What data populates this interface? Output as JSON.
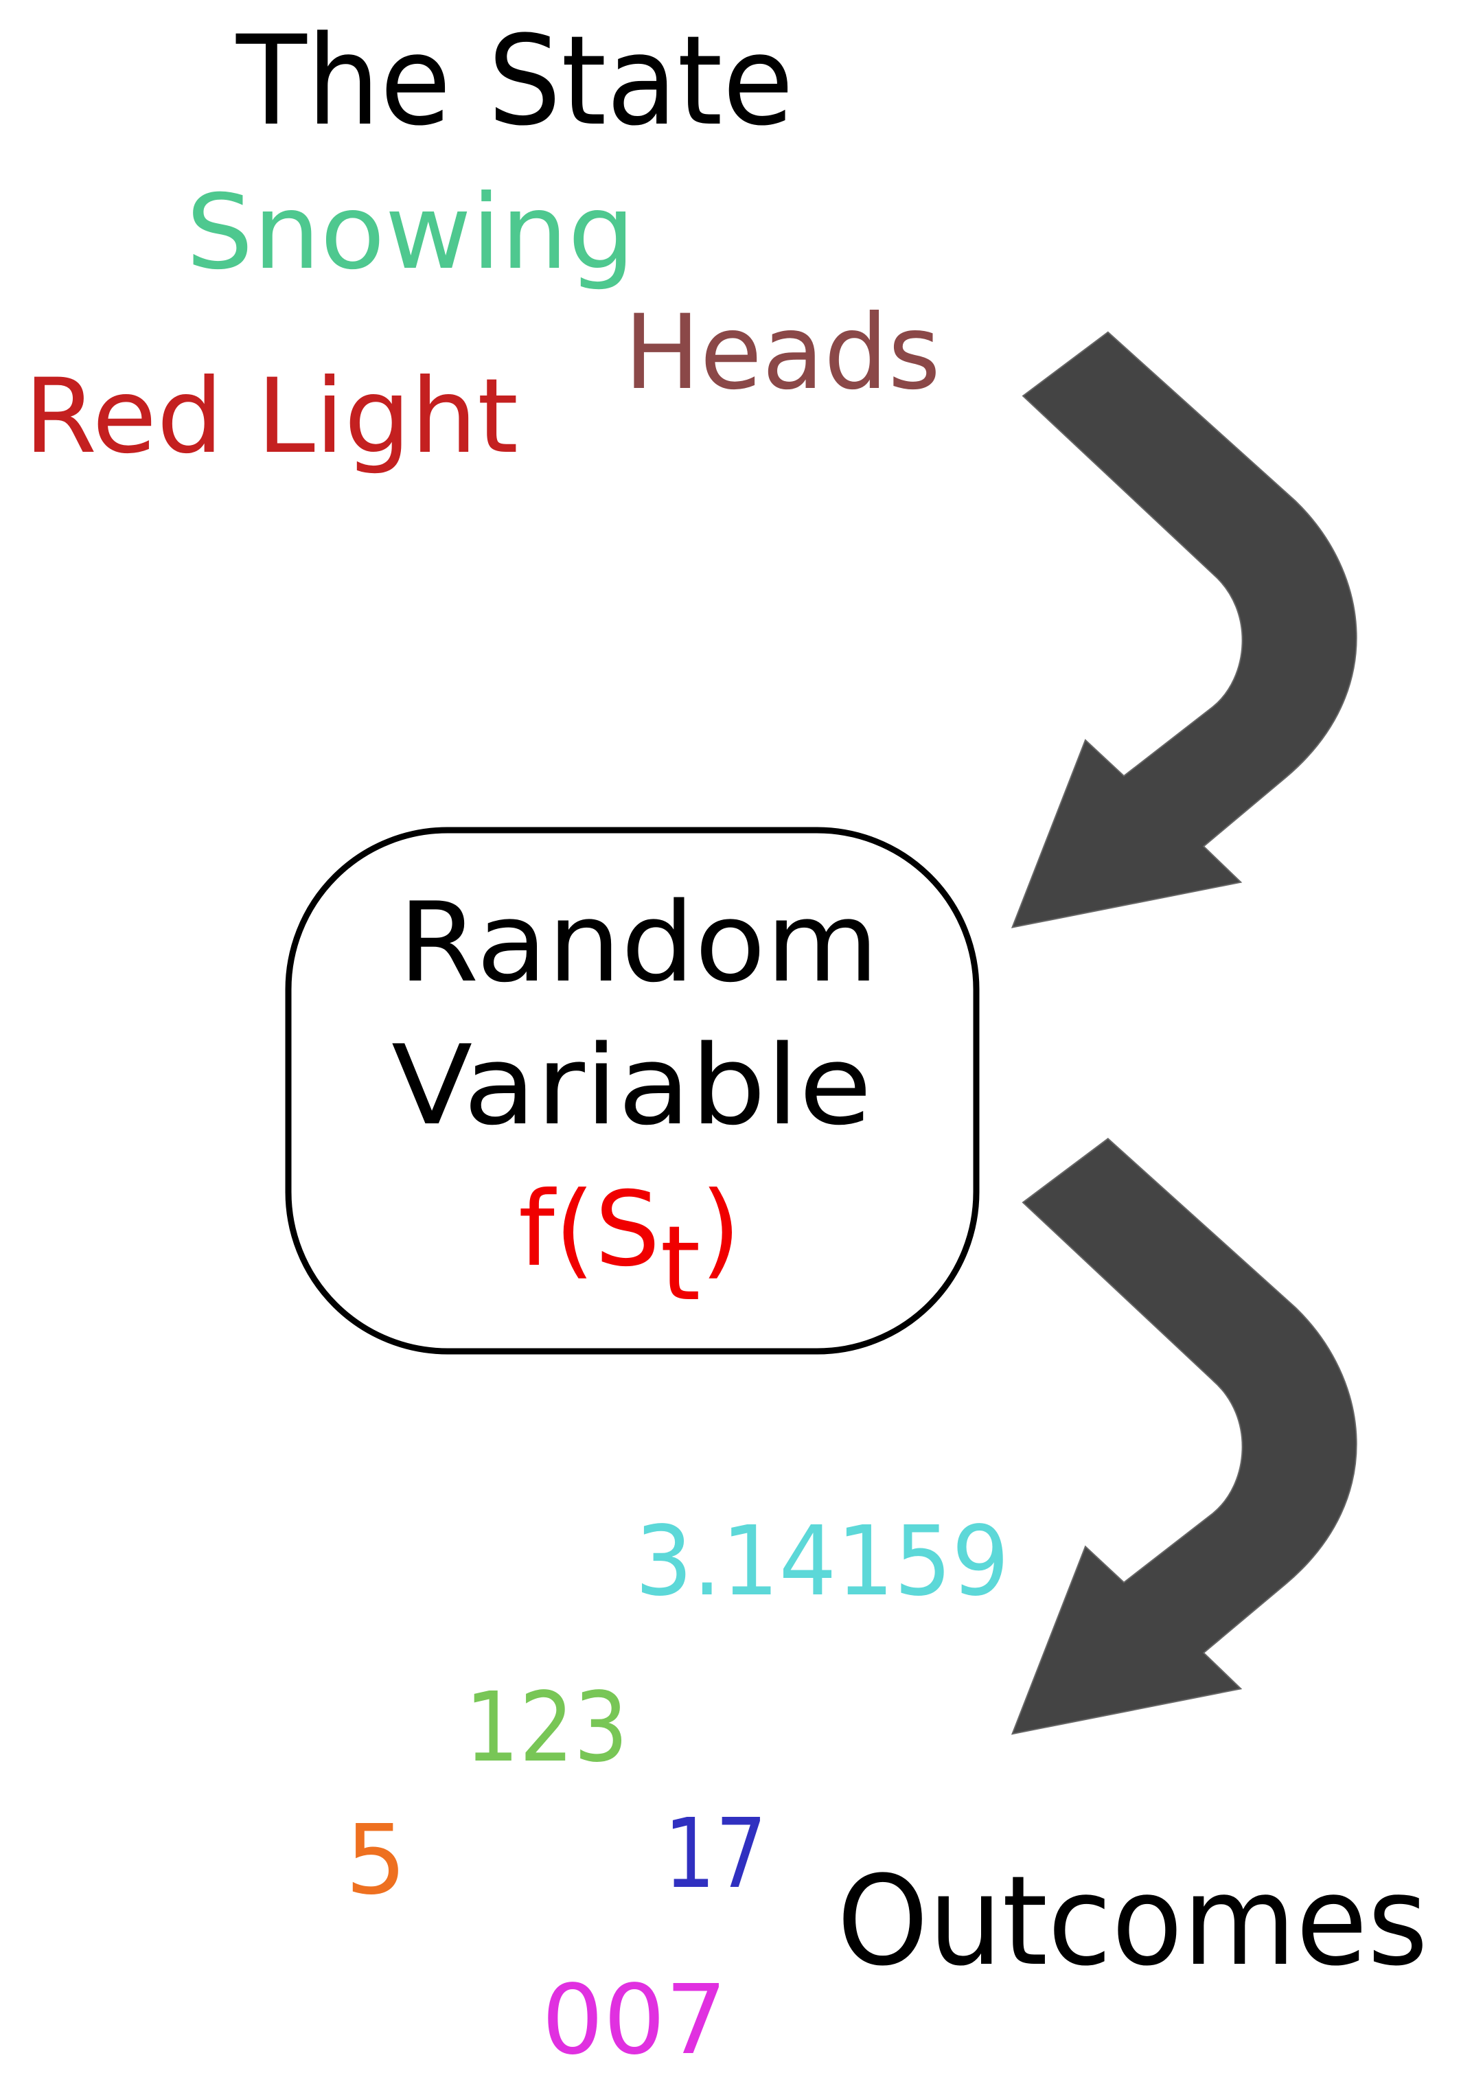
{
  "title": "The State",
  "states": [
    {
      "label": "Snowing",
      "color": "#4ec88f"
    },
    {
      "label": "Heads",
      "color": "#8b4848"
    },
    {
      "label": "Red Light",
      "color": "#c42020"
    }
  ],
  "box": {
    "line1": "Random",
    "line2": "Variable",
    "func": "f(S",
    "func_sub": "t",
    "func_close": ")",
    "func_color": "#f00000"
  },
  "outcomes_label": "Outcomes",
  "outcomes": [
    {
      "label": "3.14159",
      "color": "#5cd8d8"
    },
    {
      "label": "123",
      "color": "#78c656"
    },
    {
      "label": "5",
      "color": "#ee7020"
    },
    {
      "label": "17",
      "color": "#3030c0"
    },
    {
      "label": "007",
      "color": "#e030e0"
    }
  ],
  "arrow_color": "#444444"
}
